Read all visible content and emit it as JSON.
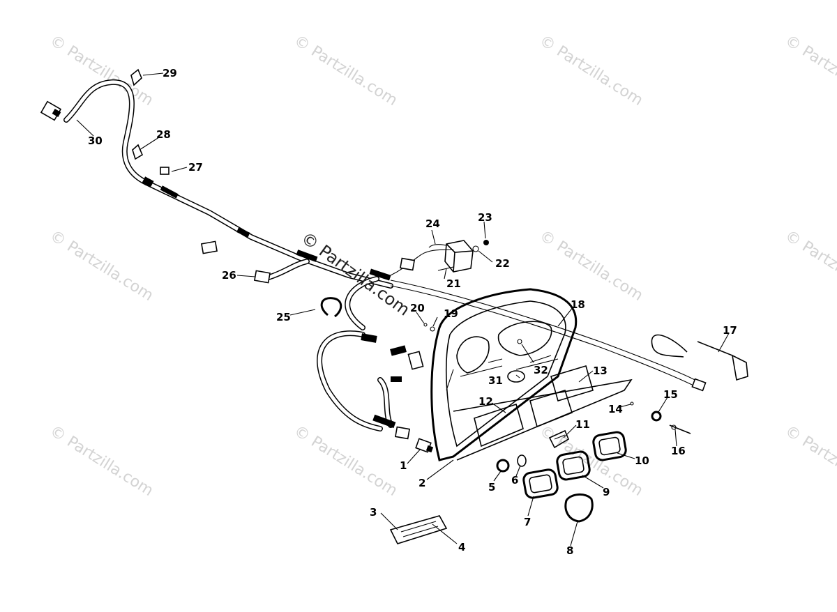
{
  "watermark": {
    "text": "© Partzilla.com",
    "center_text": "© Partzilla.com",
    "color": "#d3d3d3"
  },
  "callouts": {
    "c1": "1",
    "c2": "2",
    "c3": "3",
    "c4": "4",
    "c5": "5",
    "c6": "6",
    "c7": "7",
    "c8": "8",
    "c9": "9",
    "c10": "10",
    "c11": "11",
    "c12": "12",
    "c13": "13",
    "c14": "14",
    "c15": "15",
    "c16": "16",
    "c17": "17",
    "c18": "18",
    "c19": "19",
    "c20": "20",
    "c21": "21",
    "c22": "22",
    "c23": "23",
    "c24": "24",
    "c25": "25",
    "c26": "26",
    "c27": "27",
    "c28": "28",
    "c29": "29",
    "c30": "30",
    "c31": "31",
    "c32": "32"
  }
}
